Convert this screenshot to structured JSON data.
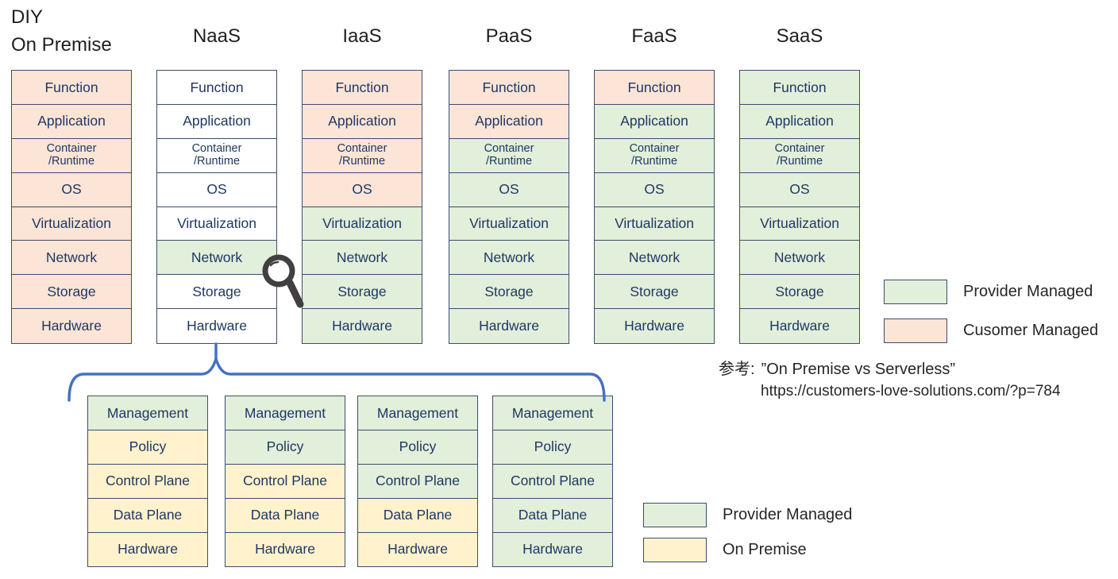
{
  "colors": {
    "provider": "#e2efda",
    "customer": "#fce4d6",
    "on_premise": "#fff2cc",
    "unmanaged": "#ffffff",
    "border": "#3b4d6e",
    "box_text": "#1f3864",
    "brace": "#4472c4",
    "magnifier": "#404040"
  },
  "stacks": {
    "layers": [
      "Function",
      "Application",
      "Container\n/Runtime",
      "OS",
      "Virtualization",
      "Network",
      "Storage",
      "Hardware"
    ],
    "columns": [
      {
        "label": "DIY\nOn Premise",
        "cells": [
          "customer",
          "customer",
          "customer",
          "customer",
          "customer",
          "customer",
          "customer",
          "customer"
        ]
      },
      {
        "label": "NaaS",
        "cells": [
          "unmanaged",
          "unmanaged",
          "unmanaged",
          "unmanaged",
          "unmanaged",
          "provider",
          "unmanaged",
          "unmanaged"
        ]
      },
      {
        "label": "IaaS",
        "cells": [
          "customer",
          "customer",
          "customer",
          "customer",
          "provider",
          "provider",
          "provider",
          "provider"
        ]
      },
      {
        "label": "PaaS",
        "cells": [
          "customer",
          "customer",
          "provider",
          "provider",
          "provider",
          "provider",
          "provider",
          "provider"
        ]
      },
      {
        "label": "FaaS",
        "cells": [
          "customer",
          "provider",
          "provider",
          "provider",
          "provider",
          "provider",
          "provider",
          "provider"
        ]
      },
      {
        "label": "SaaS",
        "cells": [
          "provider",
          "provider",
          "provider",
          "provider",
          "provider",
          "provider",
          "provider",
          "provider"
        ]
      }
    ]
  },
  "network_detail": {
    "layers": [
      "Management",
      "Policy",
      "Control Plane",
      "Data Plane",
      "Hardware"
    ],
    "columns": [
      {
        "cells": [
          "provider",
          "on_premise",
          "on_premise",
          "on_premise",
          "on_premise"
        ]
      },
      {
        "cells": [
          "provider",
          "provider",
          "on_premise",
          "on_premise",
          "on_premise"
        ]
      },
      {
        "cells": [
          "provider",
          "provider",
          "provider",
          "on_premise",
          "on_premise"
        ]
      },
      {
        "cells": [
          "provider",
          "provider",
          "provider",
          "provider",
          "provider"
        ]
      }
    ]
  },
  "legend_top": {
    "items": [
      {
        "label": "Provider Managed",
        "color_key": "provider"
      },
      {
        "label": "Cusomer Managed",
        "color_key": "customer"
      }
    ]
  },
  "legend_bottom": {
    "items": [
      {
        "label": "Provider Managed",
        "color_key": "provider"
      },
      {
        "label": "On Premise",
        "color_key": "on_premise"
      }
    ]
  },
  "reference": {
    "prefix": "参考:",
    "title": "”On Premise vs Serverless”",
    "url": "https://customers-love-solutions.com/?p=784"
  }
}
